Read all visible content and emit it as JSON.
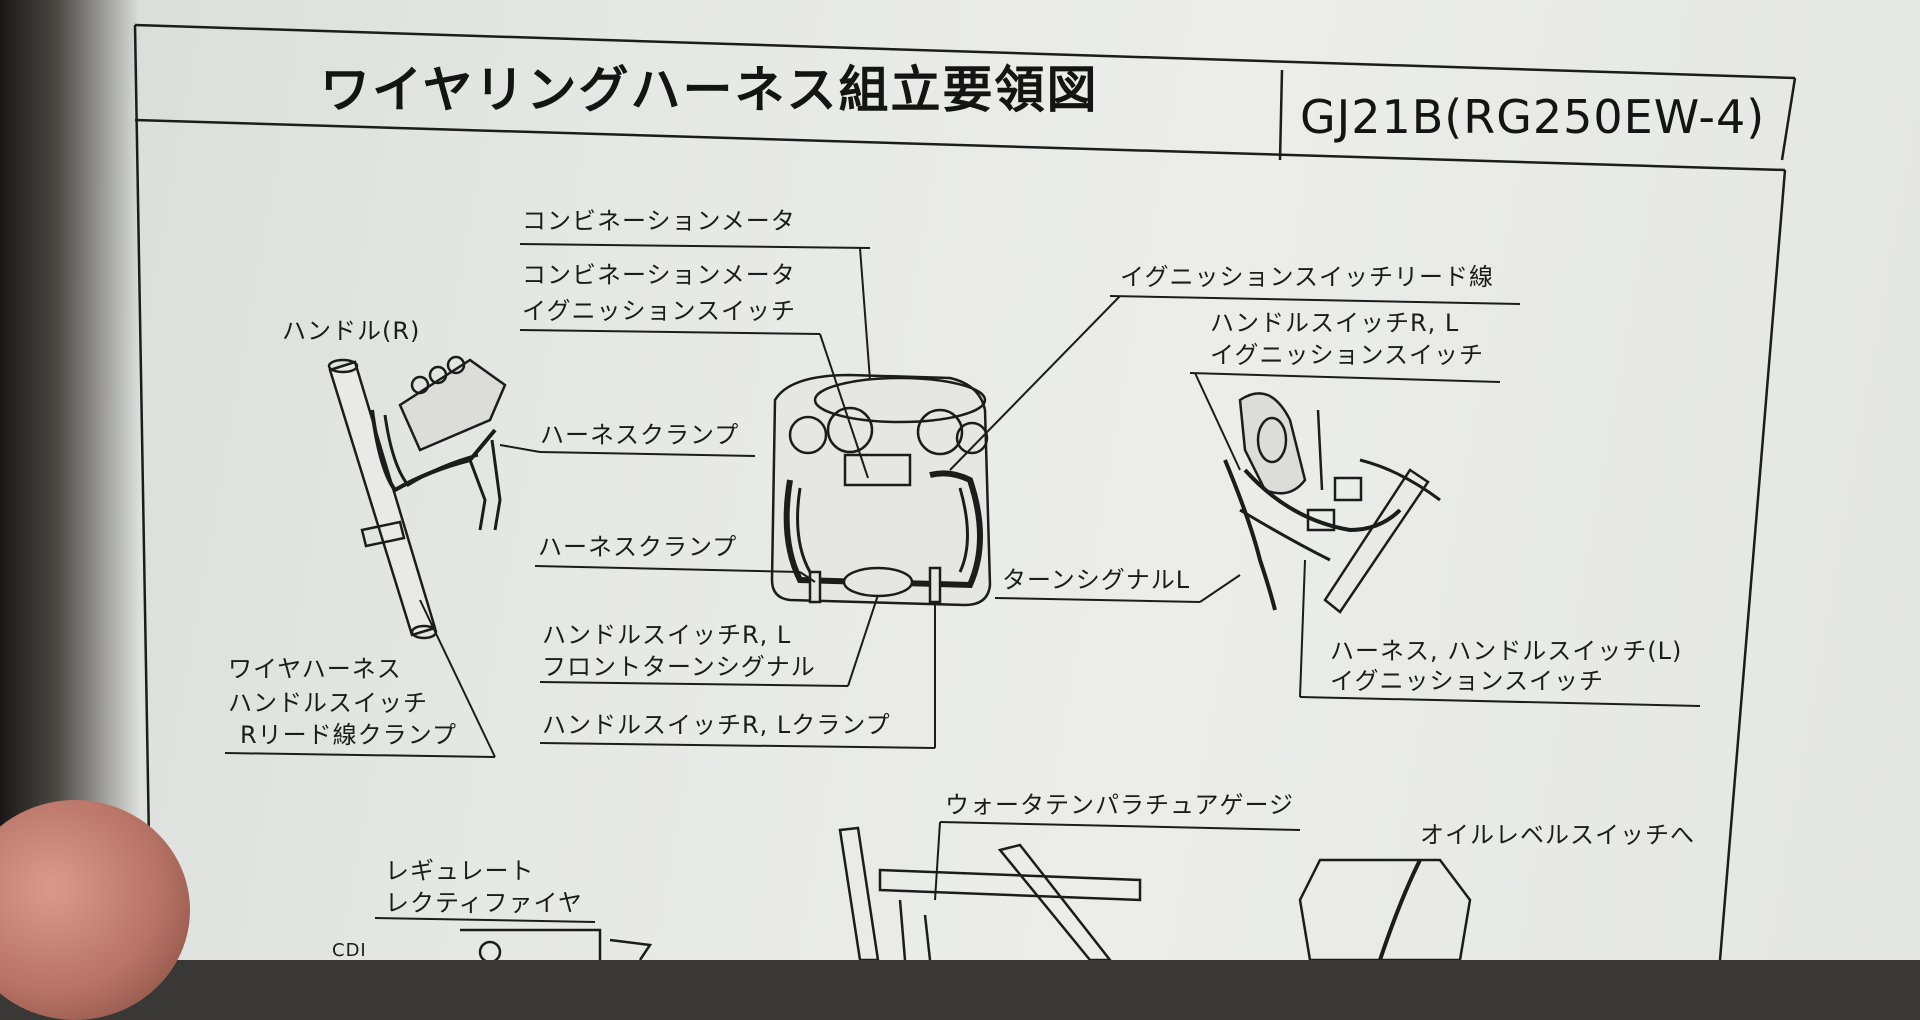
{
  "header": {
    "title": "ワイヤリングハーネス組立要領図",
    "model": "GJ21B(RG250EW-4)"
  },
  "labels": {
    "handle_r": "ハンドル(R)",
    "combination_meter": "コンビネーションメータ",
    "meter_ignition_1": "コンビネーションメータ",
    "meter_ignition_2": "イグニッションスイッチ",
    "ignition_lead": "イグニッションスイッチリード線",
    "handle_sw_ign_1": "ハンドルスイッチR, L",
    "handle_sw_ign_2": "イグニッションスイッチ",
    "harness_clamp_1": "ハーネスクランプ",
    "harness_clamp_2": "ハーネスクランプ",
    "turn_signal_l": "ターンシグナルL",
    "handle_front_1": "ハンドルスイッチR, L",
    "handle_front_2": "フロントターンシグナル",
    "handle_clamp": "ハンドルスイッチR, Lクランプ",
    "wire_harness_1": "ワイヤハーネス",
    "wire_harness_2": "ハンドルスイッチ",
    "wire_harness_3": "Rリード線クランプ",
    "harness_handle_l_1": "ハーネス, ハンドルスイッチ(L)",
    "harness_handle_l_2": "イグニッションスイッチ",
    "water_temp": "ウォータテンパラチュアゲージ",
    "oil_level": "オイルレベルスイッチへ",
    "regulator_1": "レギュレート",
    "regulator_2": "レクティファイヤ",
    "cdi": "CDI"
  }
}
